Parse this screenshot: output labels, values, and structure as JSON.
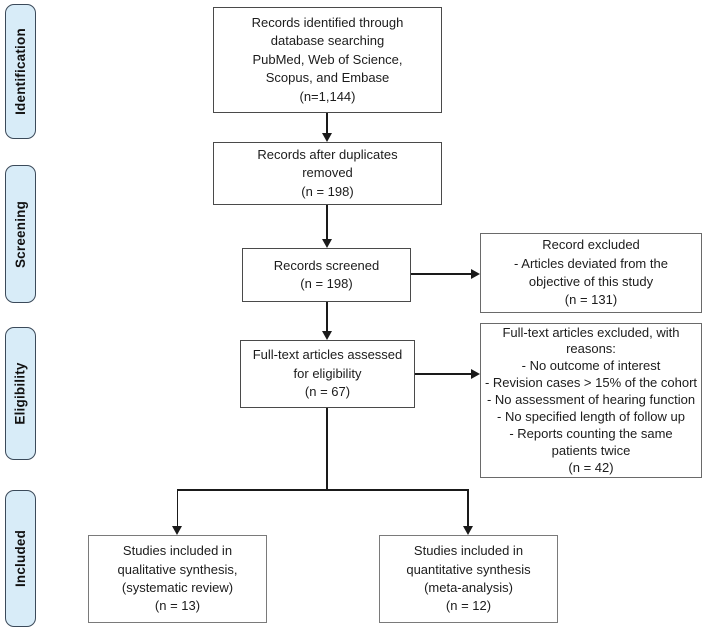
{
  "diagram_type": "prisma-flow-diagram",
  "colors": {
    "stage_fill": "#d8ecf8",
    "stage_border": "#3b4a5a",
    "box_border": "#4a4a4a",
    "line": "#1a1a1a"
  },
  "stages": [
    {
      "label": "Identification"
    },
    {
      "label": "Screening"
    },
    {
      "label": "Eligibility"
    },
    {
      "label": "Included"
    }
  ],
  "boxes": {
    "identified": {
      "lines": [
        "Records identified through",
        "database searching",
        "PubMed, Web of Science,",
        "Scopus, and Embase",
        "(n=1,144)"
      ]
    },
    "duplicates_removed": {
      "lines": [
        "Records after duplicates",
        "removed",
        "(n = 198)"
      ]
    },
    "screened": {
      "lines": [
        "Records screened",
        "(n = 198)"
      ]
    },
    "fulltext_assessed": {
      "lines": [
        "Full-text articles assessed",
        "for eligibility",
        "(n = 67)"
      ]
    },
    "records_excluded": {
      "lines": [
        "Record excluded",
        "- Articles deviated from the",
        "objective of this study",
        "(n = 131)"
      ]
    },
    "fulltext_excluded": {
      "lines": [
        "Full-text articles excluded, with",
        "reasons:",
        "- No outcome of interest",
        "- Revision cases > 15% of the cohort",
        "- No assessment of hearing function",
        "- No specified length of follow up",
        "- Reports counting the same",
        "patients twice",
        "(n = 42)"
      ]
    },
    "qualitative_synthesis": {
      "lines": [
        "Studies included in",
        "qualitative synthesis,",
        "(systematic review)",
        "(n = 13)"
      ]
    },
    "quantitative_synthesis": {
      "lines": [
        "Studies included in",
        "quantitative synthesis",
        "(meta-analysis)",
        "(n = 12)"
      ]
    }
  }
}
